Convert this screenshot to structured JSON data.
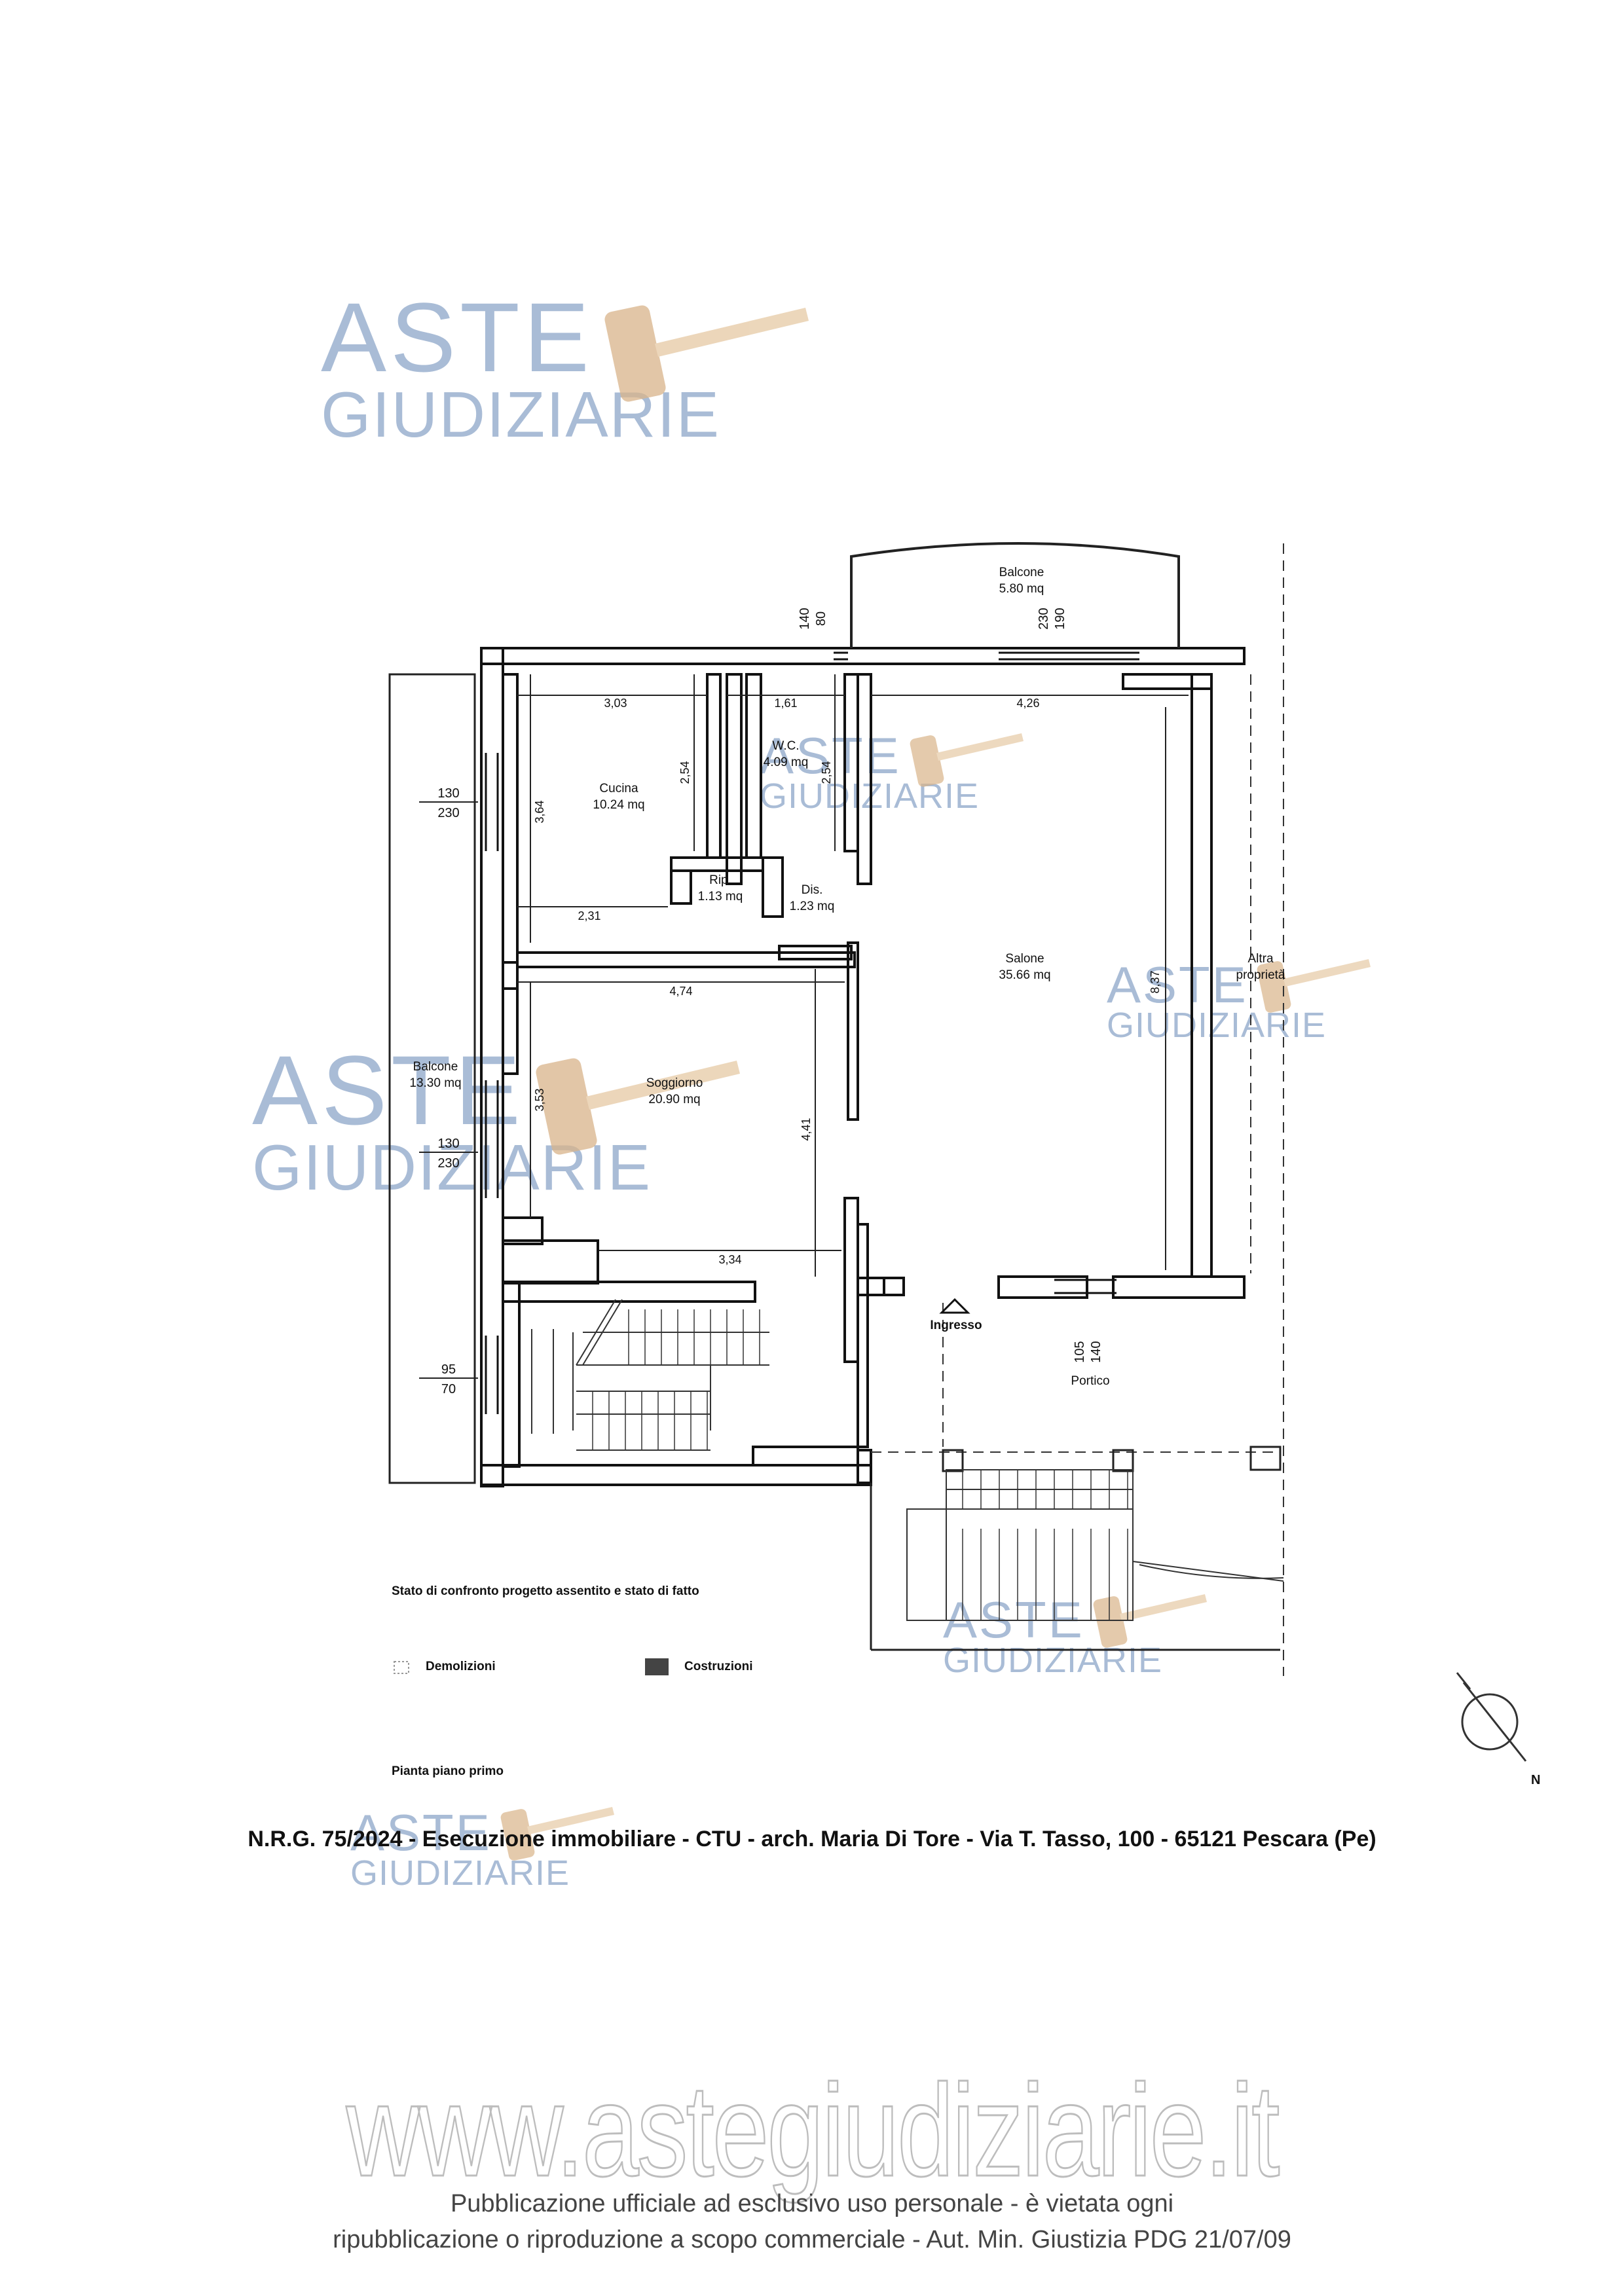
{
  "watermark": {
    "line1": "ASTE",
    "line2": "GIUDIZIARIE"
  },
  "rooms": {
    "balcone_top": {
      "name": "Balcone",
      "area": "5.80 mq"
    },
    "cucina": {
      "name": "Cucina",
      "area": "10.24 mq"
    },
    "wc": {
      "name": "W.C.",
      "area": "4.09 mq"
    },
    "rip": {
      "name": "Rip.",
      "area": "1.13 mq"
    },
    "dis": {
      "name": "Dis.",
      "area": "1.23 mq"
    },
    "salone": {
      "name": "Salone",
      "area": "35.66 mq"
    },
    "altra": {
      "name1": "Altra",
      "name2": "proprietà"
    },
    "balcone_left": {
      "name": "Balcone",
      "area": "13.30 mq"
    },
    "soggiorno": {
      "name": "Soggiorno",
      "area": "20.90 mq"
    },
    "ingresso": {
      "name": "Ingresso"
    },
    "portico": {
      "name": "Portico"
    }
  },
  "dimensions": {
    "d303": "3,03",
    "d161": "1,61",
    "d426": "4,26",
    "d254a": "2,54",
    "d254b": "2,54",
    "d364": "3,64",
    "d231": "2,31",
    "d474": "4,74",
    "d837": "8,37",
    "d353": "3,53",
    "d441": "4,41",
    "d334": "3,34"
  },
  "openings": {
    "o1_top": "130",
    "o1_bot": "230",
    "o2_top": "130",
    "o2_bot": "230",
    "o3_top": "95",
    "o3_bot": "70",
    "w140": "140",
    "w80": "80",
    "w230": "230",
    "w190": "190",
    "w105": "105",
    "w140b": "140"
  },
  "legend": {
    "title": "Stato di confronto progetto assentito e stato di fatto",
    "demolizioni": "Demolizioni",
    "costruzioni": "Costruzioni"
  },
  "plan_title": "Pianta piano primo",
  "north_label": "N",
  "footer_ref": "N.R.G. 75/2024 - Esecuzione immobiliare - CTU - arch. Maria Di Tore - Via T. Tasso, 100 - 65121 Pescara (Pe)",
  "site": "www.astegiudiziarie.it",
  "publication": {
    "line1": "Pubblicazione ufficiale ad esclusivo uso personale - è vietata ogni",
    "line2": "ripubblicazione o riproduzione a scopo commerciale - Aut. Min. Giustizia PDG 21/07/09"
  },
  "colors": {
    "watermark": "#a9bcd6",
    "wall": "#111111",
    "gavel": "#d9b48a"
  }
}
